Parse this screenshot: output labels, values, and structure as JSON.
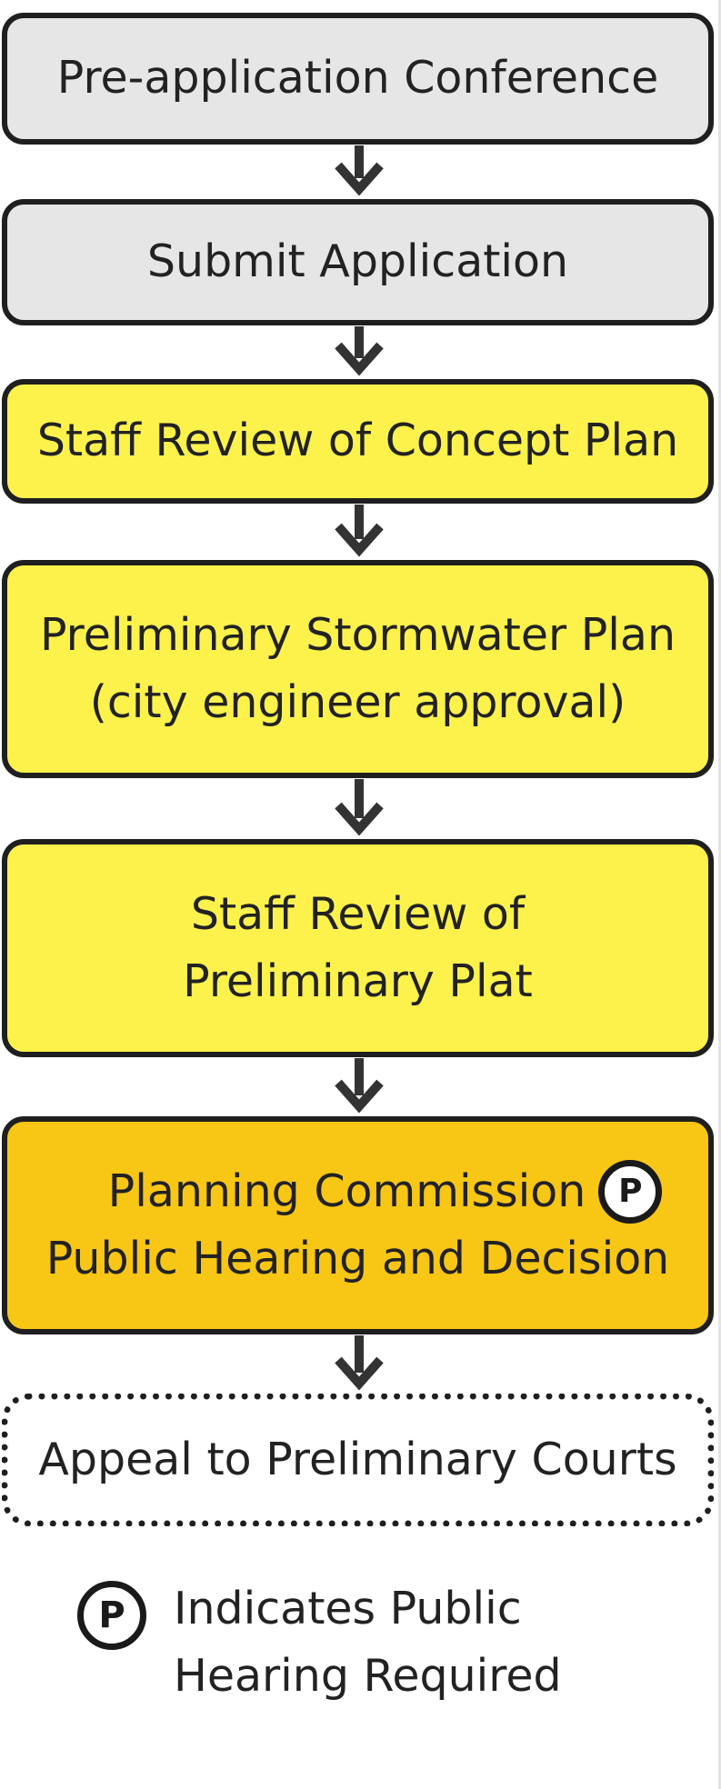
{
  "flowchart": {
    "steps": [
      {
        "id": "pre-application",
        "lines": [
          "Pre-application Conference"
        ]
      },
      {
        "id": "submit",
        "lines": [
          "Submit Application"
        ]
      },
      {
        "id": "concept-review",
        "lines": [
          "Staff Review of Concept Plan"
        ]
      },
      {
        "id": "stormwater",
        "lines": [
          "Preliminary Stormwater Plan",
          "(city engineer approval)"
        ]
      },
      {
        "id": "plat-review",
        "lines": [
          "Staff Review of",
          "Preliminary Plat"
        ]
      },
      {
        "id": "commission",
        "lines": [
          "Planning Commission",
          "Public Hearing and Decision"
        ],
        "badge": "P"
      },
      {
        "id": "appeal",
        "lines": [
          "Appeal to Preliminary Courts"
        ]
      }
    ]
  },
  "legend": {
    "badge": "P",
    "lines": [
      "Indicates Public",
      "Hearing Required"
    ]
  },
  "colors": {
    "gray": "#e6e6e6",
    "yellow": "#fdf24c",
    "gold": "#f8c615",
    "stroke": "#1f1f1f",
    "arrow": "#333333"
  }
}
